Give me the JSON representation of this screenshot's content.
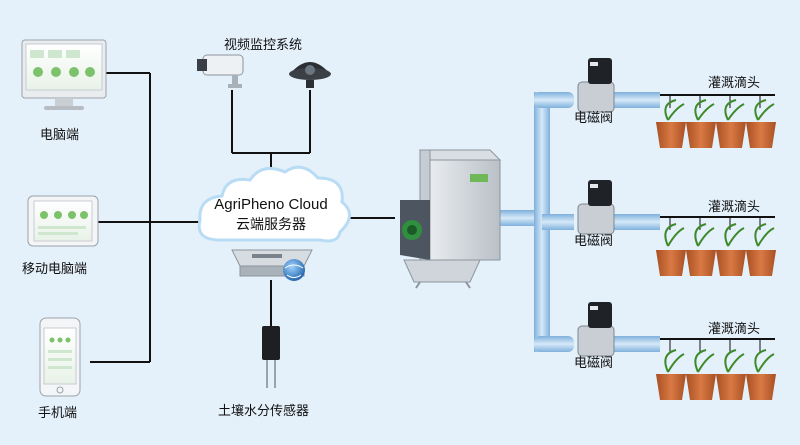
{
  "labels": {
    "video_system": "视频监控系统",
    "pc_client": "电脑端",
    "mobile_pc_client": "移动电脑端",
    "phone_client": "手机端",
    "cloud_name": "AgriPheno Cloud",
    "cloud_server": "云端服务器",
    "soil_sensor": "土壤水分传感器"
  },
  "branches": [
    {
      "valve": "电磁阀",
      "drip": "灌溉滴头"
    },
    {
      "valve": "电磁阀",
      "drip": "灌溉滴头"
    },
    {
      "valve": "电磁阀",
      "drip": "灌溉滴头"
    }
  ],
  "colors": {
    "background": "#e4f0fa",
    "pipe": "#9fc4e6",
    "line": "#111111",
    "pot": "#c0622f"
  }
}
